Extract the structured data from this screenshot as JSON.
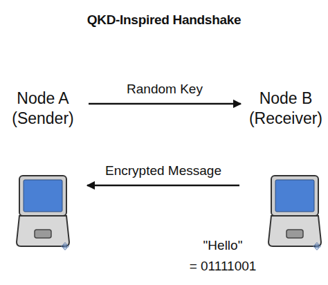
{
  "diagram": {
    "title": "QKD-Inspired Handshake",
    "nodes": [
      {
        "text": [
          "Node A (Sender)"
        ]
      },
      {
        "text": [
          "Node B (Receiver)"
        ]
      }
    ],
    "edges": [
      {
        "from": 0,
        "to": 1,
        "label": "Random Key",
        "arrow": "to"
      },
      {
        "from": 1,
        "to": 0,
        "label": "Encrypted Message",
        "arrow": "to"
      }
    ],
    "labels": [
      "\"Hello\"",
      "= 01111001"
    ]
  }
}
